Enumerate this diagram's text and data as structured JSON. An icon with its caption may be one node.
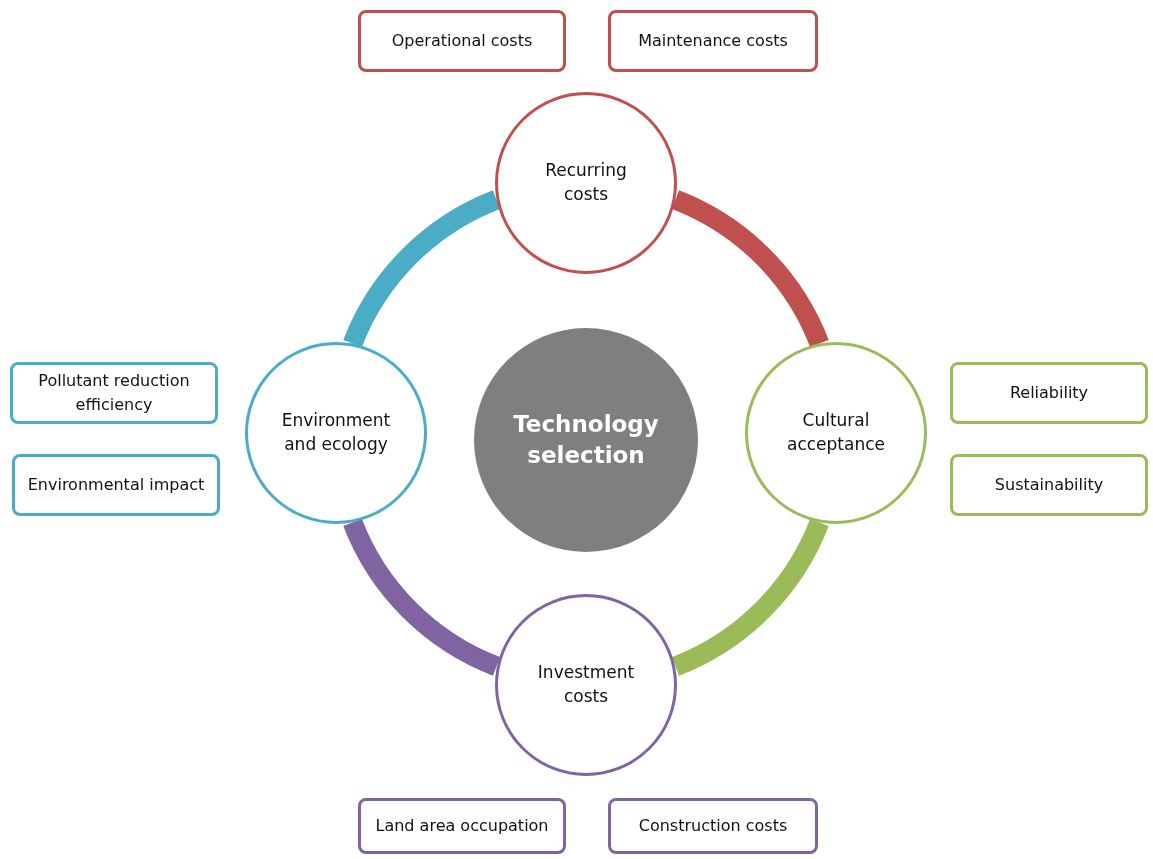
{
  "diagram": {
    "nodes": [
      {
        "text": [
          "Operational costs"
        ]
      },
      {
        "text": [
          "Maintenance costs"
        ]
      },
      {
        "text": [
          "Recurring costs"
        ]
      },
      {
        "text": [
          "Pollutant reduction efficiency"
        ]
      },
      {
        "text": [
          "Environment and ecology"
        ]
      },
      {
        "text": [
          "Technology selection"
        ]
      },
      {
        "text": [
          "Cultural acceptance"
        ]
      },
      {
        "text": [
          "Reliability"
        ]
      },
      {
        "text": [
          "Environmental impact"
        ]
      },
      {
        "text": [
          "Sustainability"
        ]
      },
      {
        "text": [
          "Investment costs"
        ]
      },
      {
        "text": [
          "Land area occupation"
        ]
      },
      {
        "text": [
          "Construction costs"
        ]
      }
    ],
    "edges": [
      {
        "from": 2,
        "to": 6,
        "arrow": "none",
        "color": "#c0504d"
      },
      {
        "from": 6,
        "to": 10,
        "arrow": "none",
        "color": "#9bbb59"
      },
      {
        "from": 10,
        "to": 4,
        "arrow": "none",
        "color": "#8064a2"
      },
      {
        "from": 4,
        "to": 2,
        "arrow": "none",
        "color": "#4bacc6"
      }
    ]
  }
}
